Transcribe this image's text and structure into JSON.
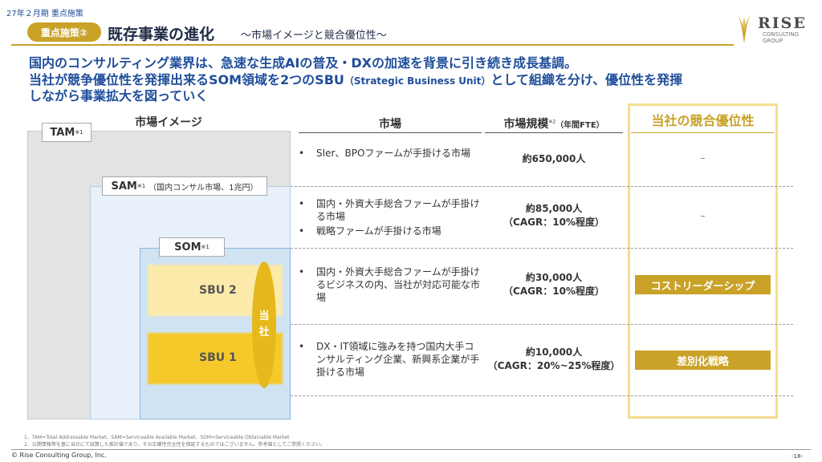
{
  "header": {
    "period_note": "27年２月期 重点施策",
    "badge": "重点施策②",
    "title": "既存事業の進化",
    "subtitle": "～市場イメージと競合優位性～"
  },
  "logo": {
    "name": "RISE",
    "sub1": "CONSULTING",
    "sub2": "GROUP",
    "mark_color": "#c9a227"
  },
  "headline": {
    "line1": "国内のコンサルティング業界は、急速な生成AIの普及・DXの加速を背景に引き続き成長基調。",
    "line2_a": "当社が競争優位性を発揮出来るSOM領域を2つのSBU",
    "line2_b": "（Strategic Business Unit）",
    "line2_c": "として組織を分け、優位性を発揮",
    "line3": "しながら事業拡大を図っていく"
  },
  "columns": {
    "market_image": "市場イメージ",
    "market": "市場",
    "size": "市場規模",
    "size_sup": "※2",
    "size_unit": "（年間FTE）",
    "advantage": "当社の競合優位性"
  },
  "diagram": {
    "tam": "TAM",
    "tam_sup": "※1",
    "sam": "SAM",
    "sam_sup": "※1",
    "sam_note": "（国内コンサル市場、1兆円）",
    "som": "SOM",
    "som_sup": "※1",
    "sbu2": "SBU 2",
    "sbu1": "SBU 1",
    "company_1": "当",
    "company_2": "社"
  },
  "rows": [
    {
      "market": [
        "SIer、BPOファームが手掛ける市場"
      ],
      "size_1": "約650,000人",
      "size_2": "",
      "advantage": "–"
    },
    {
      "market": [
        "国内・外資大手総合ファームが手掛ける市場",
        "戦略ファームが手掛ける市場"
      ],
      "size_1": "約85,000人",
      "size_2": "（CAGR：10%程度）",
      "advantage": "–"
    },
    {
      "market": [
        "国内・外資大手総合ファームが手掛けるビジネスの内、当社が対応可能な市場"
      ],
      "size_1": "約30,000人",
      "size_2": "（CAGR：10%程度）",
      "advantage": "コストリーダーシップ"
    },
    {
      "market": [
        "DX・IT領域に強みを持つ国内大手コンサルティング企業、新興系企業が手掛ける市場"
      ],
      "size_1": "約10,000人",
      "size_2": "（CAGR：20%~25%程度）",
      "advantage": "差別化戦略"
    }
  ],
  "footnotes": {
    "n1": "1．TAM=Total Addressable Market、SAM=Serviceable Available Market、SOM=Serviceable Obtainable Market",
    "n2": "2．公開情報等を基に当社にて試算した推計値であり、その正確性完全性を保証するものではございません。参考値としてご参照ください。"
  },
  "footer": {
    "copyright": "© Rise Consulting Group, Inc.",
    "page": "-18-"
  },
  "colors": {
    "gold": "#c9a227",
    "navy": "#1f4e9a",
    "sbu1": "#f6c92b",
    "sbu2": "#fbeaa9"
  }
}
